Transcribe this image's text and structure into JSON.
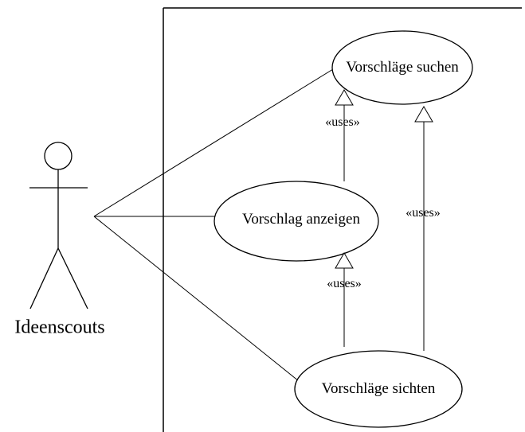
{
  "actor": {
    "name": "Ideenscouts"
  },
  "use_cases": {
    "search": "Vorschläge suchen",
    "display": "Vorschlag anzeigen",
    "review": "Vorschläge sichten"
  },
  "relations": {
    "display_uses_search": "«uses»",
    "review_uses_display": "«uses»",
    "review_uses_search": "«uses»"
  }
}
